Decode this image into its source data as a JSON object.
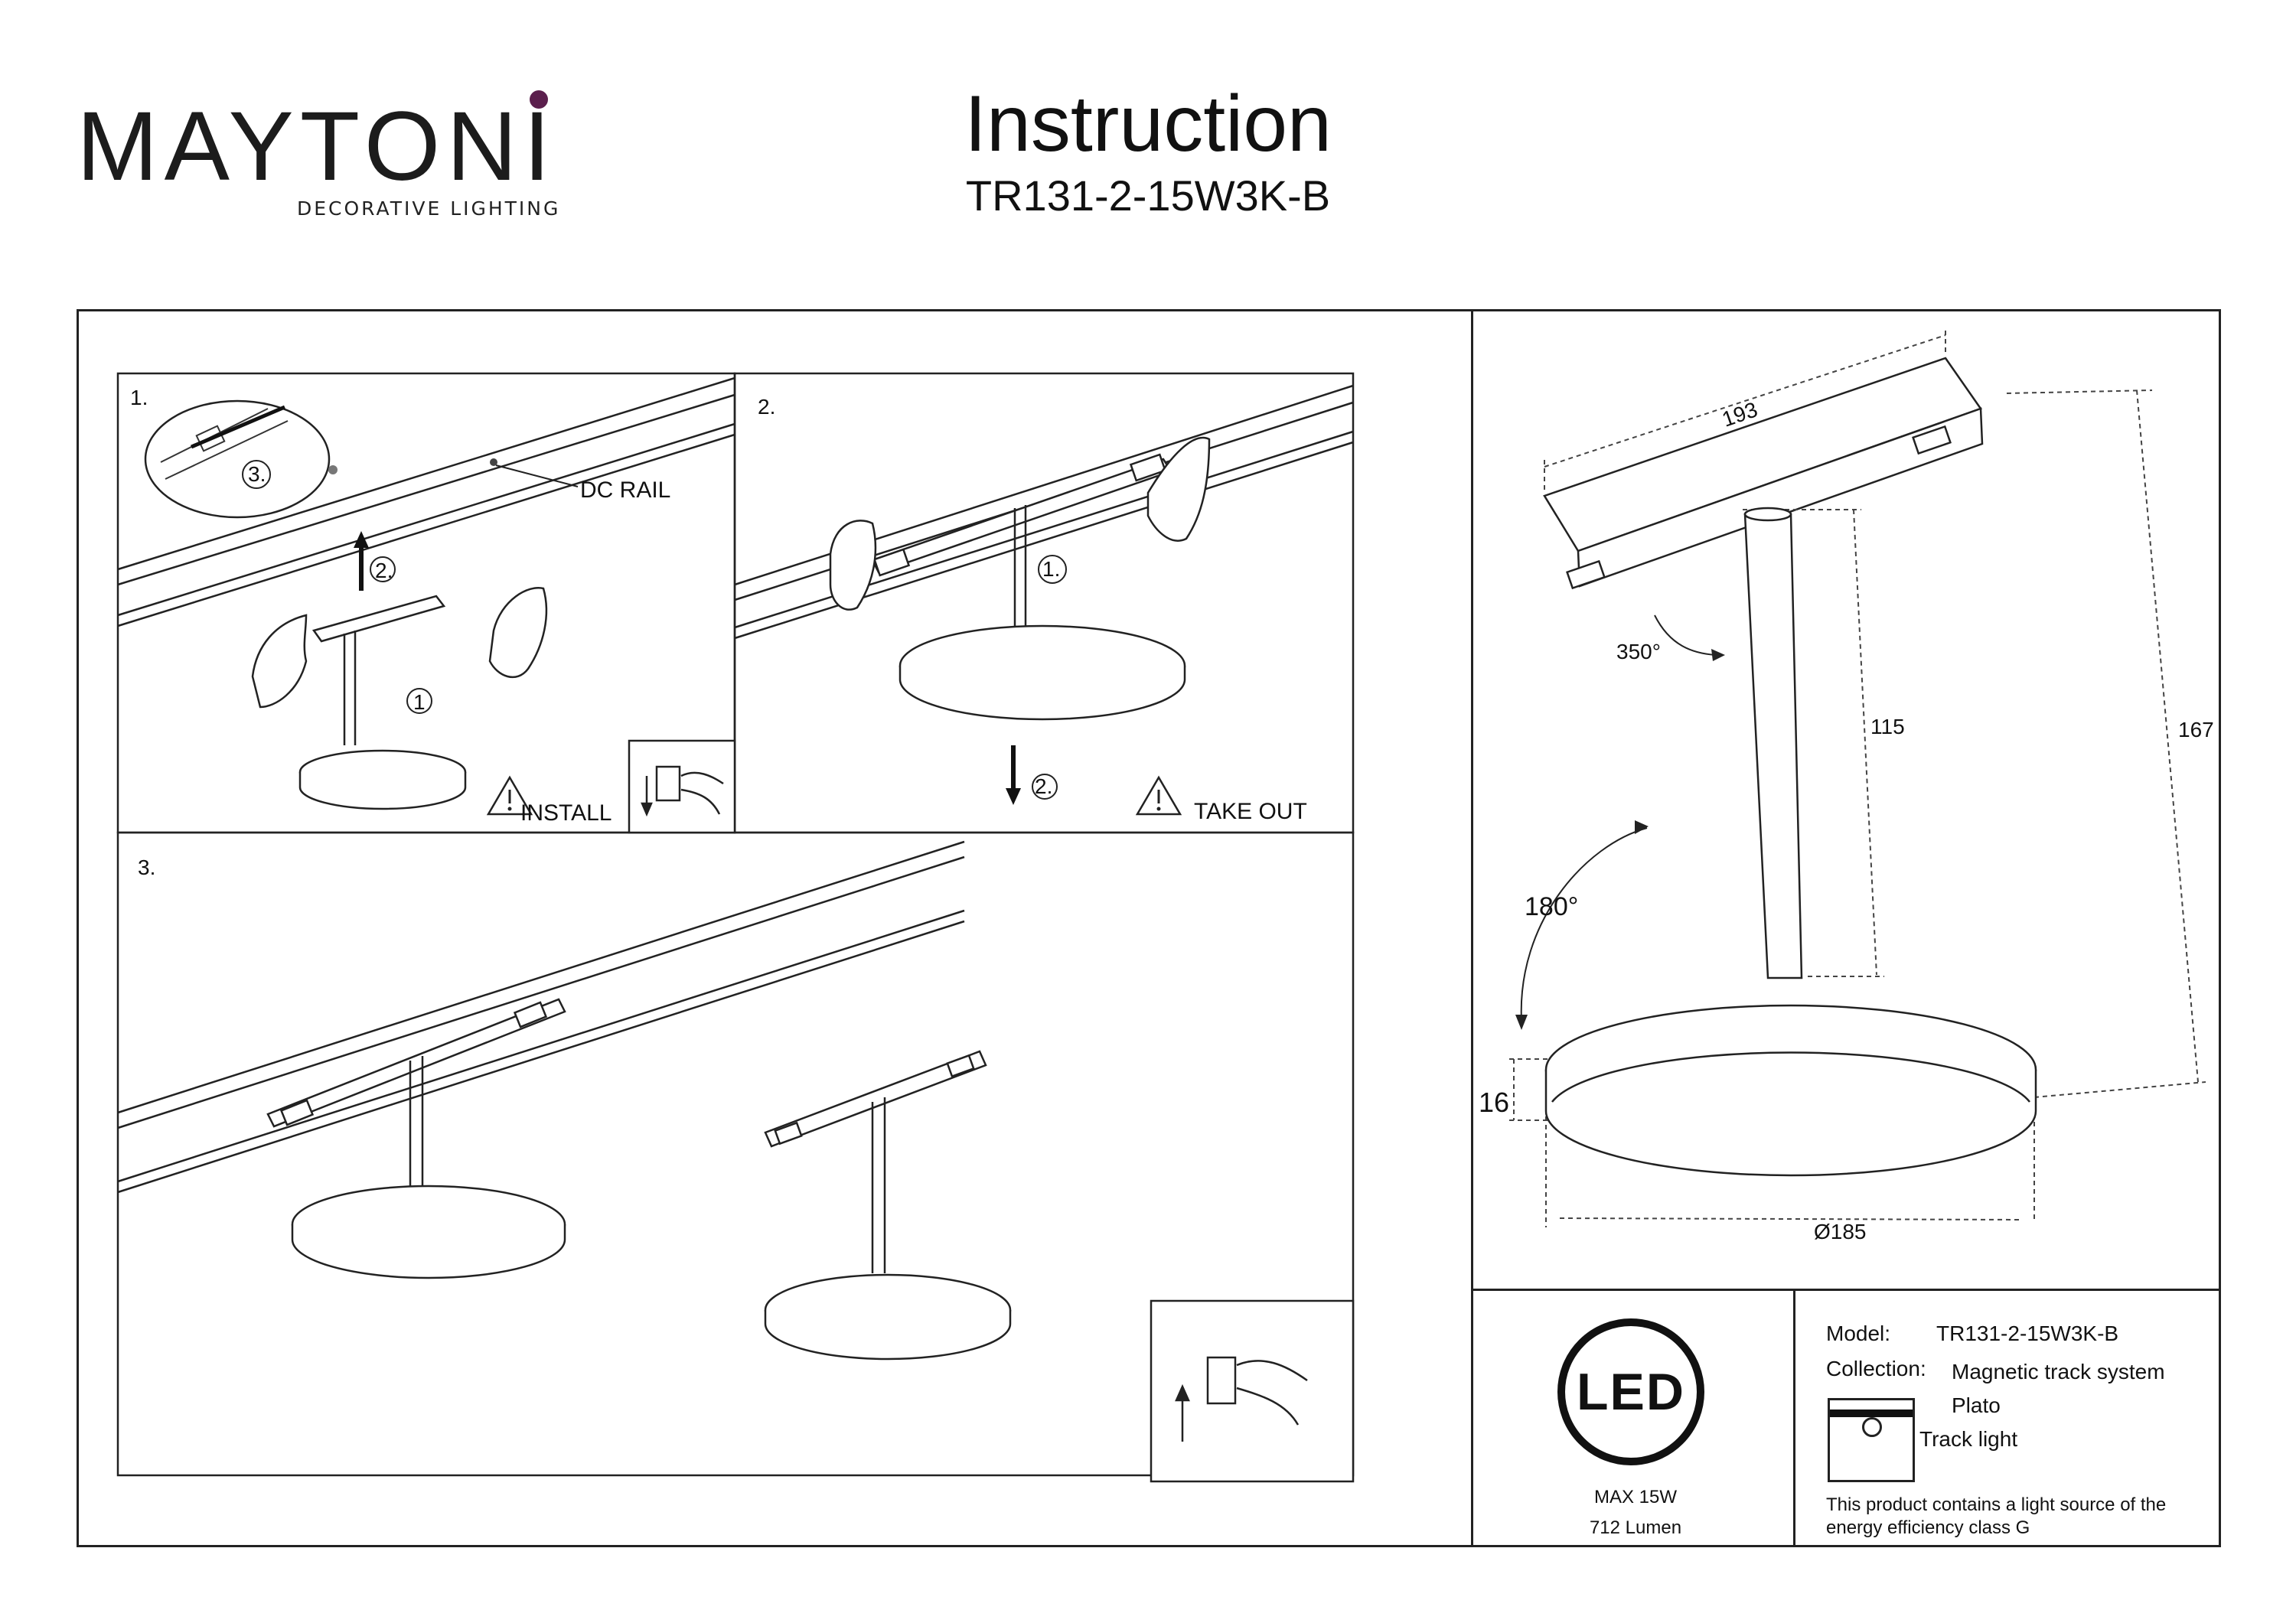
{
  "brand": {
    "name": "MAYTONI",
    "tagline": "DECORATIVE LIGHTING",
    "accent_color": "#5b1f4d"
  },
  "header": {
    "title": "Instruction",
    "model_code": "TR131-2-15W3K-B"
  },
  "steps": {
    "step1": {
      "number": "1.",
      "rail_label": "DC RAIL",
      "marker_1": "1",
      "marker_2": "2.",
      "marker_3": "3.",
      "caption": "INSTALL",
      "warning_icon": "warning-triangle-icon",
      "power_icon": "power-off-switch-icon"
    },
    "step2": {
      "number": "2.",
      "marker_1": "1.",
      "marker_2": "2.",
      "caption": "TAKE OUT",
      "warning_icon": "warning-triangle-icon"
    },
    "step3": {
      "number": "3.",
      "power_icon": "power-on-switch-icon"
    }
  },
  "dimensions": {
    "length": "193",
    "stem_height": "115",
    "total_height": "167",
    "rotation_adapter": "350°",
    "tilt": "180°",
    "disc_height": "16",
    "diameter": "Ø185"
  },
  "specs": {
    "led_badge": "LED",
    "power": "MAX 15W",
    "lumen": "712 Lumen",
    "model_label": "Model:",
    "model_value": "TR131-2-15W3K-B",
    "collection_label": "Collection:",
    "collection_value": "Magnetic track system",
    "collection_sub": "Plato",
    "type": "Track light",
    "type_icon": "track-light-icon",
    "energy_note_line1": "This product contains a light source of the",
    "energy_note_line2": "energy efficiency class G"
  }
}
